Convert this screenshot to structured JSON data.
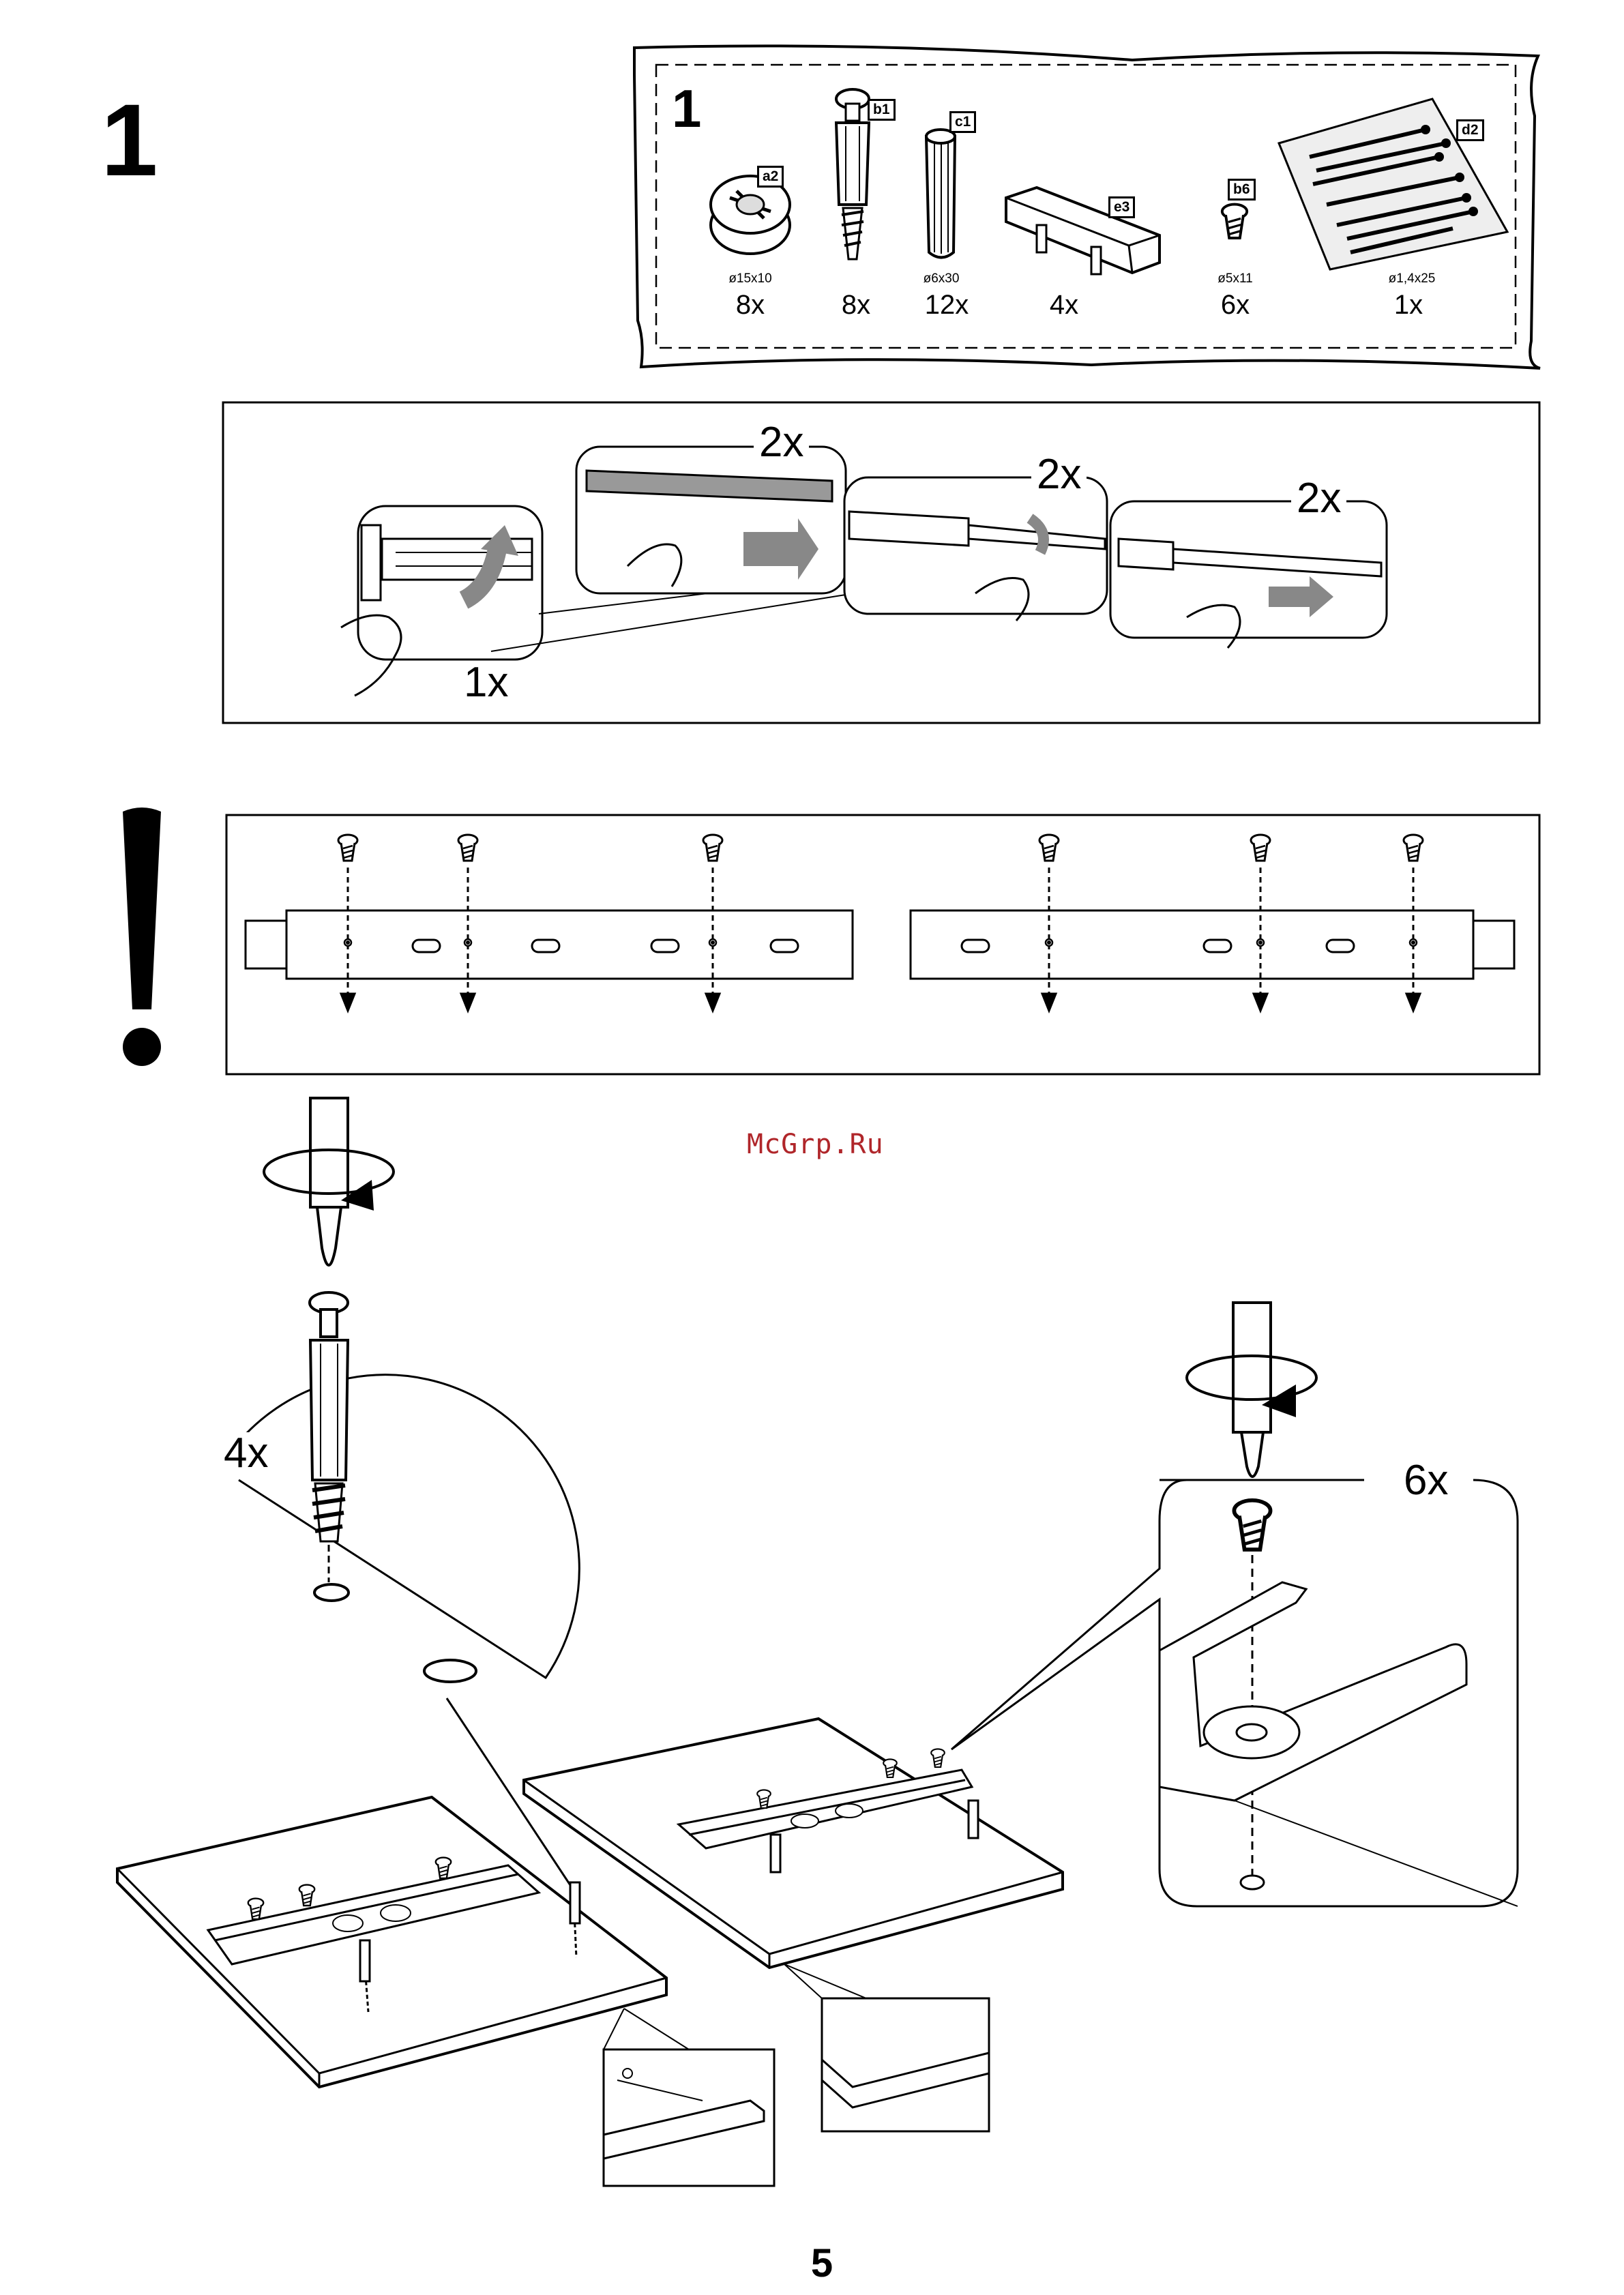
{
  "page": {
    "step_number": "1",
    "page_number": "5",
    "watermark": "McGrp.Ru"
  },
  "parts_box": {
    "step_number": "1",
    "parts": [
      {
        "code": "a2",
        "dimension": "ø15x10",
        "quantity": "8x",
        "icon": "cam-lock-icon"
      },
      {
        "code": "b1",
        "dimension": "",
        "quantity": "8x",
        "icon": "cam-dowel-icon"
      },
      {
        "code": "c1",
        "dimension": "ø6x30",
        "quantity": "12x",
        "icon": "wood-dowel-icon"
      },
      {
        "code": "e3",
        "dimension": "",
        "quantity": "4x",
        "icon": "handle-icon"
      },
      {
        "code": "b6",
        "dimension": "ø5x11",
        "quantity": "6x",
        "icon": "screw-icon"
      },
      {
        "code": "d2",
        "dimension": "ø1,4x25",
        "quantity": "1x",
        "icon": "nails-bag-icon"
      }
    ]
  },
  "slide_panel": {
    "callouts": [
      "1x",
      "2x",
      "2x",
      "2x"
    ]
  },
  "warning_panel": {
    "icon": "exclamation-icon"
  },
  "assembly": {
    "left_callout": "4x",
    "right_callout": "6x"
  }
}
